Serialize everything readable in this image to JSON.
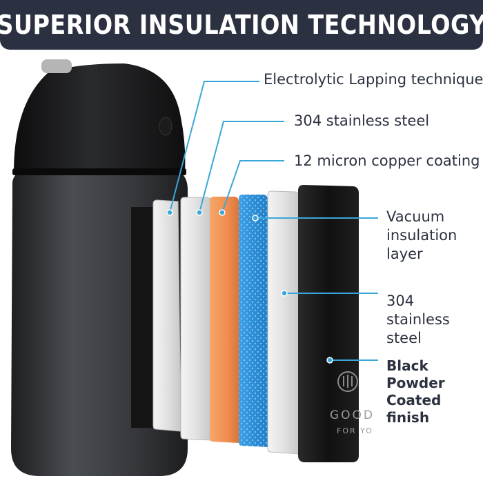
{
  "banner": {
    "title": "SUPERIOR INSULATION TECHNOLOGY"
  },
  "layers": [
    {
      "label": "Electrolytic Lapping techniques",
      "color": "#e6e6e6"
    },
    {
      "label": "304 stainless steel",
      "color": "#e1dfde"
    },
    {
      "label": "12 micron copper coating",
      "color": "#f0965a"
    },
    {
      "label": "Vacuum insulation layer",
      "color": "#2f8fd8"
    },
    {
      "label": "304 stainless steel",
      "color": "#dcdbda"
    },
    {
      "label": "Black Powder Coated finish",
      "color": "#141414"
    }
  ],
  "brand": {
    "name": "GOOD",
    "tagline": "FOR YO"
  },
  "colors": {
    "banner": "#2b3140",
    "leader_line": "#3aa7d9",
    "text": "#2b3140"
  }
}
